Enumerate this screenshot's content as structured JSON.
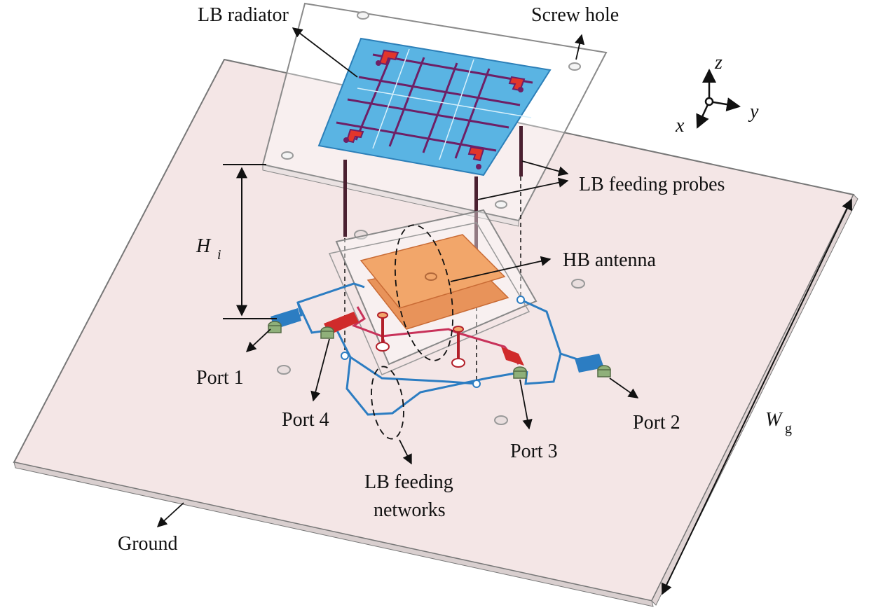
{
  "labels": {
    "lb_radiator": "LB radiator",
    "screw_hole": "Screw hole",
    "lb_feeding_probes": "LB feeding probes",
    "hb_antenna": "HB antenna",
    "port1": "Port 1",
    "port2": "Port 2",
    "port3": "Port 3",
    "port4": "Port 4",
    "lb_feeding_networks_line1": "LB feeding",
    "lb_feeding_networks_line2": "networks",
    "ground": "Ground"
  },
  "dimensions": {
    "height_symbol": "H",
    "height_subscript": "i",
    "width_symbol": "W",
    "width_subscript": "g"
  },
  "axes": {
    "x": "x",
    "y": "y",
    "z": "z"
  },
  "colors": {
    "ground": "#f3e4e4",
    "lb_radiator": "#5ab4e3",
    "radiator_grid": "#6e1f66",
    "radiator_corner": "#e2352b",
    "hb_patch": "#f2a66a",
    "feed_network": "#2c7dc2",
    "hb_feed_network": "#c8325a",
    "port_connector": "#8fb07a"
  }
}
